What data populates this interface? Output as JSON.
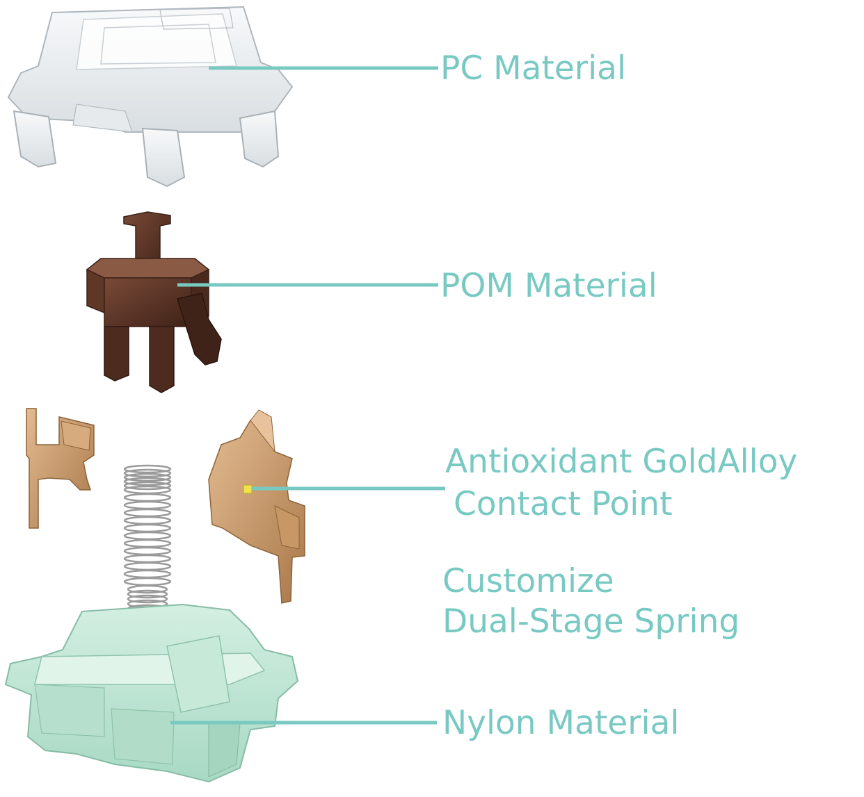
{
  "colors": {
    "accent": "#79c9c3",
    "housing_top": "#eef1f3",
    "stem": "#5b3526",
    "contact": "#c89a6a",
    "housing_bottom": "#bfe5d4",
    "spring": "#9a9a9a"
  },
  "labels": {
    "pc": "PC Material",
    "pom": "POM Material",
    "antioxidant_line1": "Antioxidant GoldAlloy",
    "antioxidant_line2": "Contact Point",
    "spring_line1": "Customize",
    "spring_line2": "Dual-Stage Spring",
    "nylon": "Nylon Material"
  }
}
